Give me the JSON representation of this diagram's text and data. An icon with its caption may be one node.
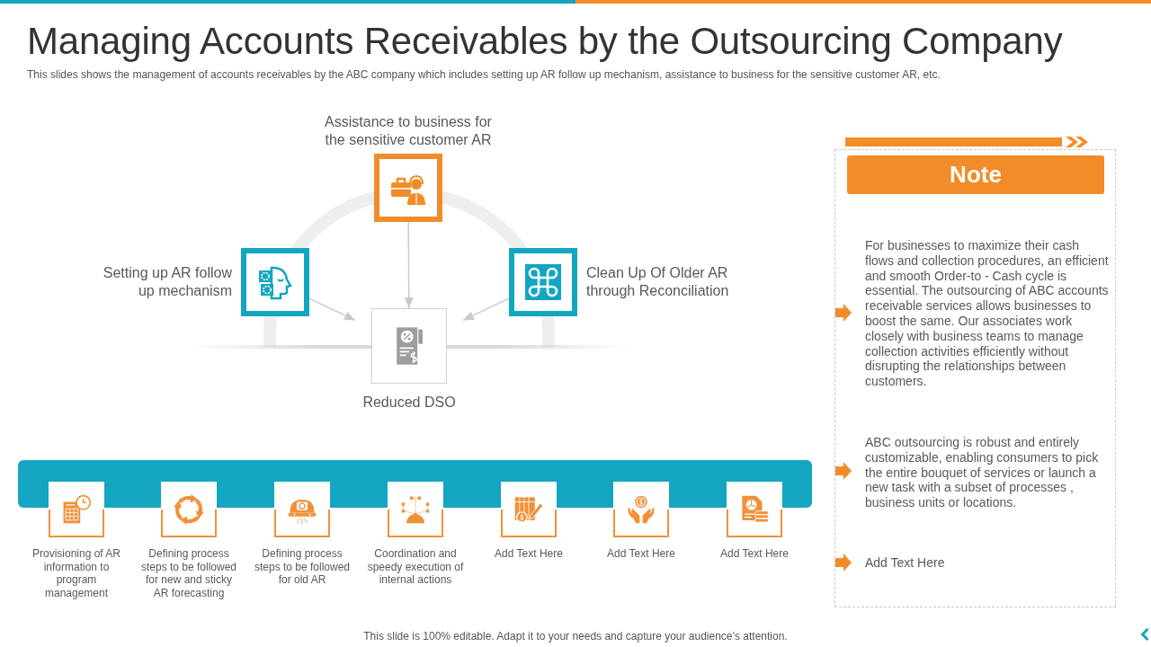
{
  "diagram": {
    "title": "Managing Accounts Receivables by the Outsourcing Company",
    "nodes": [
      {
        "text": [
          "Assistance to business for the sensitive customer AR"
        ]
      },
      {
        "text": [
          "Setting up AR follow up mechanism"
        ]
      },
      {
        "text": [
          "Clean Up Of Older AR through Reconciliation"
        ]
      },
      {
        "text": [
          "Reduced DSO"
        ]
      },
      {
        "text": [],
        "shape": "bar"
      },
      {
        "text": [
          "Provisioning of AR information to program management"
        ]
      },
      {
        "text": [
          "Defining process steps to be followed for new and sticky AR forecasting"
        ]
      },
      {
        "text": [
          "Defining process steps to be followed for old AR"
        ]
      },
      {
        "text": [
          "Coordination and speedy execution of internal actions"
        ]
      },
      {
        "text": [
          "Add Text Here"
        ]
      },
      {
        "text": [
          "Add Text Here"
        ]
      },
      {
        "text": [
          "Add Text Here"
        ]
      },
      {
        "text": [
          "For businesses to maximize their cash flows and collection procedures, an efficient and smooth Order-to - Cash cycle is essential. The outsourcing of ABC accounts receivable services allows businesses to boost the same. Our associates work closely with business teams to manage collection activities efficiently without disrupting the relationships between customers.",
          "ABC outsourcing is robust and entirely customizable, enabling consumers to pick the entire bouquet of services or launch a new task with a subset of processes , business units or locations.",
          "Add Text Here"
        ]
      },
      {
        "text": [
          "Note"
        ],
        "in": 12
      }
    ],
    "edges": [
      {
        "from": 0,
        "to": 3,
        "arrow": "to"
      },
      {
        "from": 1,
        "to": 3,
        "arrow": "to"
      },
      {
        "from": 2,
        "to": 3,
        "arrow": "to"
      }
    ],
    "labels": [
      "This slides shows the management of accounts receivables by the ABC company which includes setting up AR follow up mechanism, assistance to business for the sensitive customer AR, etc.",
      "This slide is 100% editable. Adapt it to your needs and capture your audience’s attention."
    ]
  }
}
